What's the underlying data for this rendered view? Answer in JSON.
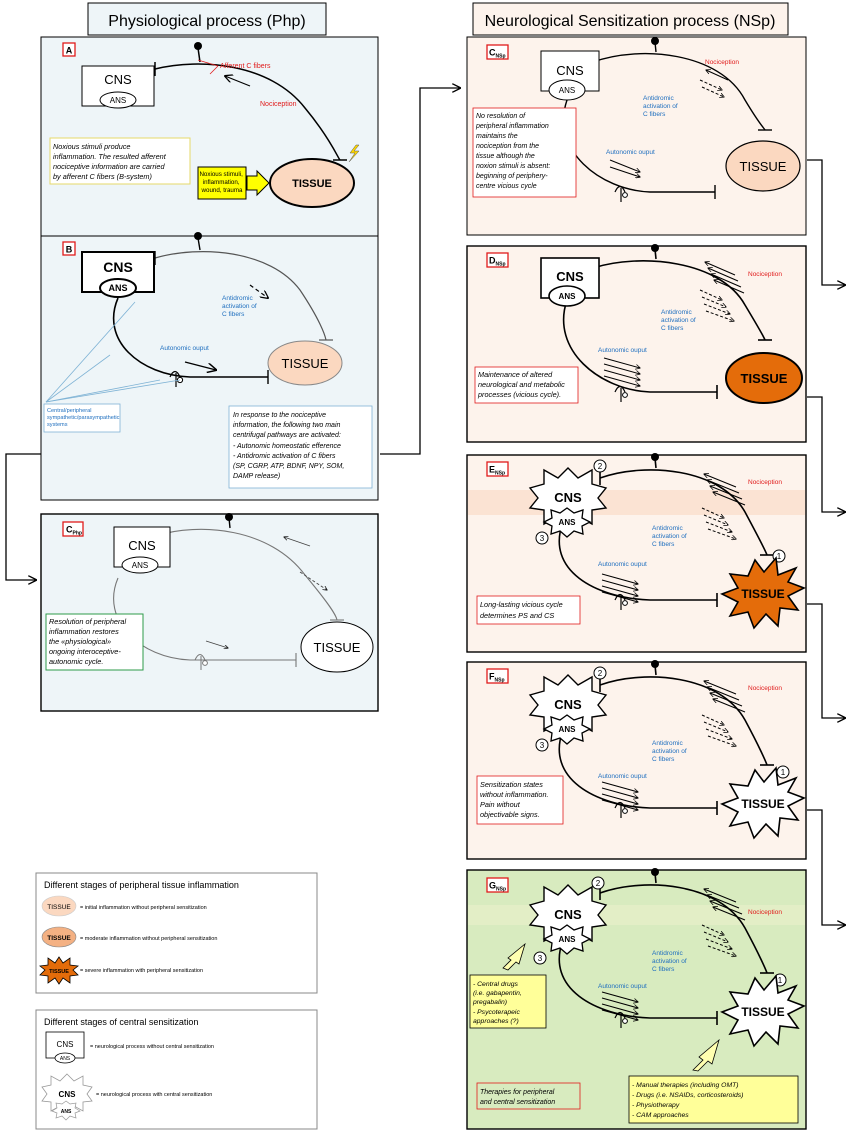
{
  "titles": {
    "php": "Physiological process (Php)",
    "nsp": "Neurological Sensitization process (NSp)"
  },
  "common": {
    "cns": "CNS",
    "ans": "ANS",
    "tissue": "TISSUE",
    "nociception": "Nociception",
    "antidromic": [
      "Antidromic",
      "activation of",
      "C fibers"
    ],
    "autonomic": "Autonomic ouput"
  },
  "panel_a": {
    "label": "A",
    "afferent": "Afferent C fibers",
    "stimuli": [
      "Noxious stimuli,",
      "inflammation,",
      "wound, trauma"
    ],
    "note": [
      "Noxious stimuli produce",
      "inflammation. The resulted afferent",
      "nociceptive information are carried",
      "by afferent C fibers (B-system)"
    ]
  },
  "panel_b": {
    "label": "B",
    "systems": [
      "Central/peripheral",
      "sympathetic/parasympathetic",
      "systems"
    ],
    "note": [
      "In response to the nociceptive",
      "information, the following two main",
      "centrifugal pathways are activated:",
      "-   Autonomic homeostatic efference",
      "-   Antidromic activation of C fibers",
      "    (SP, CGRP, ATP, BDNF, NPY, SOM,",
      "    DAMP release)"
    ]
  },
  "panel_cphp": {
    "label": "C",
    "sub": "Php",
    "note": [
      "Resolution of peripheral",
      "inflammation restores",
      "the «physiological»",
      "ongoing interoceptive-",
      "autonomic cycle."
    ]
  },
  "panel_cnsp": {
    "label": "C",
    "sub": "NSp",
    "note": [
      "No resolution of",
      "peripheral inflammation",
      "maintains the",
      "nociception from the",
      "tissue although the",
      "noxion stimuli is absent:",
      "beginning of periphery-",
      "centre vicious cycle"
    ]
  },
  "panel_dnsp": {
    "label": "D",
    "sub": "NSp",
    "note": [
      "Maintenance of altered",
      "neurological and metabolic",
      "processes (vicious cycle)."
    ]
  },
  "panel_ensp": {
    "label": "E",
    "sub": "NSp",
    "note": [
      "Long-lasting vicious cycle",
      "determines PS and CS"
    ]
  },
  "panel_fnsp": {
    "label": "F",
    "sub": "NSp",
    "note": [
      "Sensitization states",
      "without inflammation.",
      "Pain without",
      "objectivable signs."
    ]
  },
  "panel_gnsp": {
    "label": "G",
    "sub": "NSp",
    "central_therapy": [
      "-   Central drugs",
      "    (i.e. gabapentin,",
      "    pregabalin)",
      "-   Psycoterapeic",
      "    approaches (?)"
    ],
    "peripheral_therapy": [
      "-   Manual therapies (including OMT)",
      "-   Drugs (i.e. NSAIDs, corticosteroids)",
      "-   Physiotherapy",
      "-   CAM approaches"
    ],
    "note": [
      "Therapies for peripheral",
      "and central sensitization"
    ]
  },
  "numbers": {
    "one": "1",
    "two": "2",
    "three": "3"
  },
  "legend_inflammation": {
    "title": "Different stages of peripheral tissue inflammation",
    "items": [
      "= initial inflammation without peripheral sensitization",
      "= moderate inflammation without peripheral sensitization",
      "= severe inflammation with peripheral sensitization"
    ]
  },
  "legend_central": {
    "title": "Different stages of central sensitization",
    "items": [
      "= neurological process without central sensitization",
      "= neurological process with central sensitization"
    ]
  },
  "colors": {
    "panel_blue": "#eef5f8",
    "panel_peach": "#fdf3ec",
    "panel_green": "#d8ebbf",
    "tissue_light": "#fbd8c0",
    "tissue_mid": "#f4b183",
    "tissue_dark": "#e46c0a",
    "label_red": "#e01b1b",
    "text_blue": "#1f6fbf",
    "yellow": "#ffff00"
  }
}
